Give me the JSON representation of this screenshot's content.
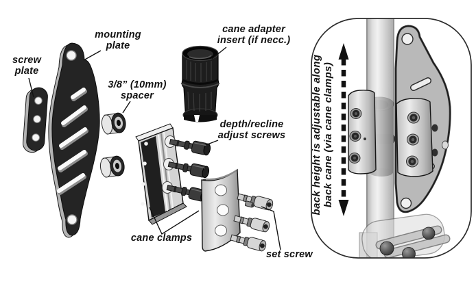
{
  "figure": {
    "colors": {
      "background": "#ffffff",
      "ink": "#121212",
      "part_black": "#242424",
      "part_gray": "#cfcfcf"
    },
    "labels": {
      "screw_plate": {
        "l1": "screw",
        "l2": "plate"
      },
      "mounting_plate": {
        "l1": "mounting",
        "l2": "plate"
      },
      "spacer": {
        "l1": "3/8” (10mm)",
        "l2": "spacer"
      },
      "cane_adapter": {
        "l1": "cane adapter",
        "l2": "insert (if necc.)"
      },
      "adjust_screws": {
        "l1": "depth/recline",
        "l2": "adjust screws"
      },
      "cane_clamps": {
        "l1": "cane clamps"
      },
      "set_screw": {
        "l1": "set screw"
      }
    },
    "panel_note": {
      "l1": "back height is adjustable along",
      "l2": "back cane (via cane clamps)"
    }
  }
}
